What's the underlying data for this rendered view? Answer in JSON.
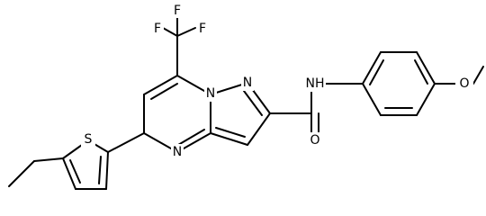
{
  "molecule": {
    "atoms": {
      "f_top": "F",
      "f_left": "F",
      "f_right": "F",
      "n_bridge": "N",
      "n_pyrazole": "N",
      "n_pyrimidine": "N",
      "n_amide": "NH",
      "o_carbonyl": "O",
      "o_methoxy": "O",
      "s_thiophene": "S"
    }
  }
}
